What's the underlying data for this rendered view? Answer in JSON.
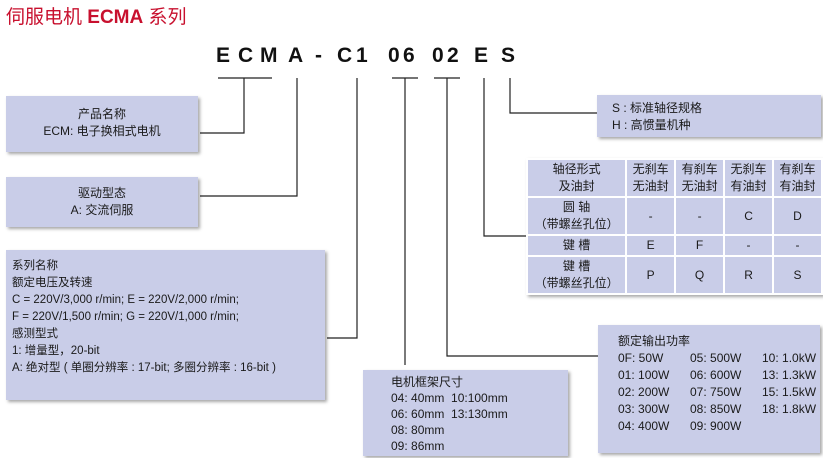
{
  "title": {
    "prefix": "伺服电机 ",
    "bold": "ECMA",
    "suffix": " 系列"
  },
  "code_chars": [
    "E",
    "C",
    "M",
    "A",
    "-",
    "C",
    "1",
    "0",
    "6",
    "0",
    "2",
    "E",
    "S"
  ],
  "product_name": {
    "heading": "产品名称",
    "text": "ECM: 电子换相式电机"
  },
  "drive_type": {
    "heading": "驱动型态",
    "text": "A: 交流伺服"
  },
  "series": {
    "lines": [
      "系列名称",
      "额定电压及转速",
      "C = 220V/3,000 r/min; E = 220V/2,000 r/min;",
      "F = 220V/1,500 r/min; G = 220V/1,000 r/min;",
      "感测型式",
      "1: 增量型，20-bit",
      "A: 绝对型 ( 单圈分辨率 : 17-bit; 多圈分辨率 : 16-bit )"
    ]
  },
  "frame": {
    "heading": "电机框架尺寸",
    "lines": [
      "04: 40mm  10:100mm",
      "06: 60mm  13:130mm",
      "08: 80mm",
      "09: 86mm"
    ]
  },
  "power": {
    "heading": "额定输出功率",
    "items": [
      "0F: 50W",
      "05: 500W",
      "10: 1.0kW",
      "01: 100W",
      "06: 600W",
      "13: 1.3kW",
      "02: 200W",
      "07: 750W",
      "15: 1.5kW",
      "03: 300W",
      "08: 850W",
      "18: 1.8kW",
      "04: 400W",
      "09: 900W",
      ""
    ]
  },
  "spec": {
    "line1": "S : 标准轴径规格",
    "line2": "H : 高惯量机种"
  },
  "brake_table": {
    "header": [
      "轴径形式\n及油封",
      "无刹车\n无油封",
      "有刹车\n无油封",
      "无刹车\n有油封",
      "有刹车\n有油封"
    ],
    "rows": [
      {
        "label": "圆   轴\n（带螺丝孔位）",
        "values": [
          "-",
          "-",
          "C",
          "D"
        ]
      },
      {
        "label": "键   槽",
        "values": [
          "E",
          "F",
          "-",
          "-"
        ]
      },
      {
        "label": "键   槽\n（带螺丝孔位）",
        "values": [
          "P",
          "Q",
          "R",
          "S"
        ]
      }
    ]
  }
}
